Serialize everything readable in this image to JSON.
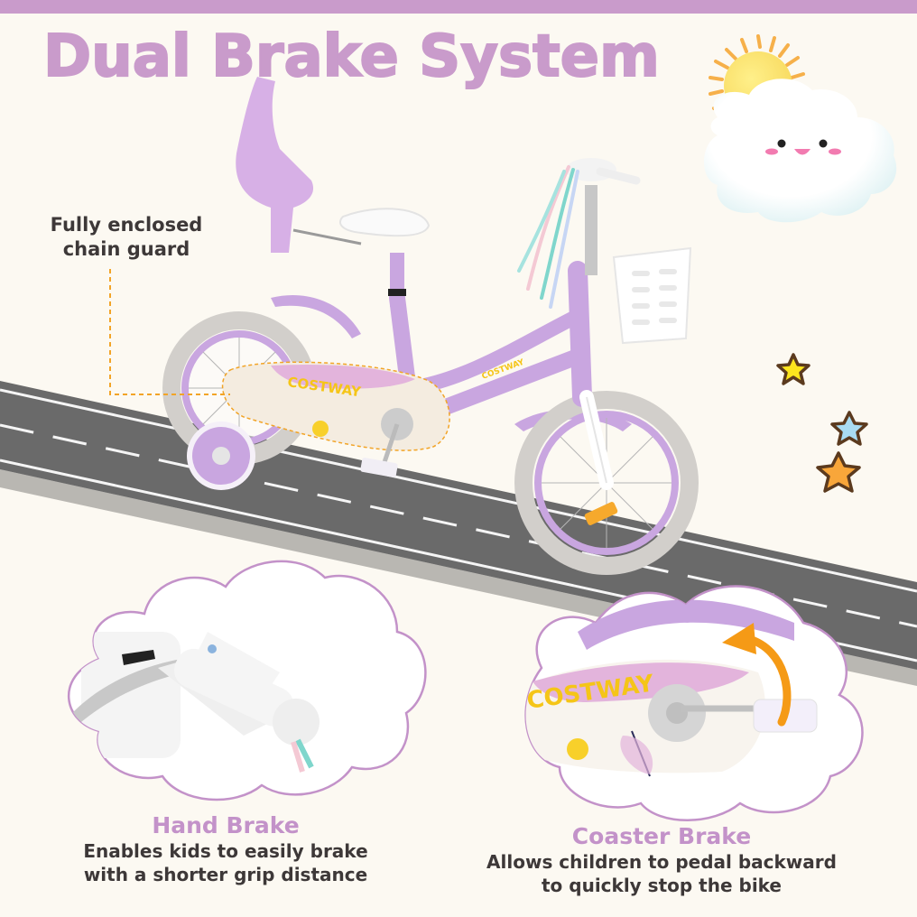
{
  "header": {
    "title": "Dual Brake System"
  },
  "callout": {
    "line1": "Fully enclosed",
    "line2": "chain guard"
  },
  "brand": {
    "name": "COSTWAY"
  },
  "features": [
    {
      "title": "Hand Brake",
      "desc_line1": "Enables kids to easily brake",
      "desc_line2": "with a shorter grip distance"
    },
    {
      "title": "Coaster Brake",
      "desc_line1": "Allows children to pedal backward",
      "desc_line2": "to quickly stop the bike"
    }
  ],
  "decor": {
    "icons": [
      "sun-icon",
      "smiling-cloud-icon",
      "star-icon",
      "curved-arrow-icon"
    ],
    "colors": {
      "accent": "#c99bcb",
      "background": "#fcf9f2",
      "text": "#3d3838",
      "road": "#6a6a6a",
      "bike": "#c9a6e0",
      "guide_line": "#f2a427"
    }
  }
}
